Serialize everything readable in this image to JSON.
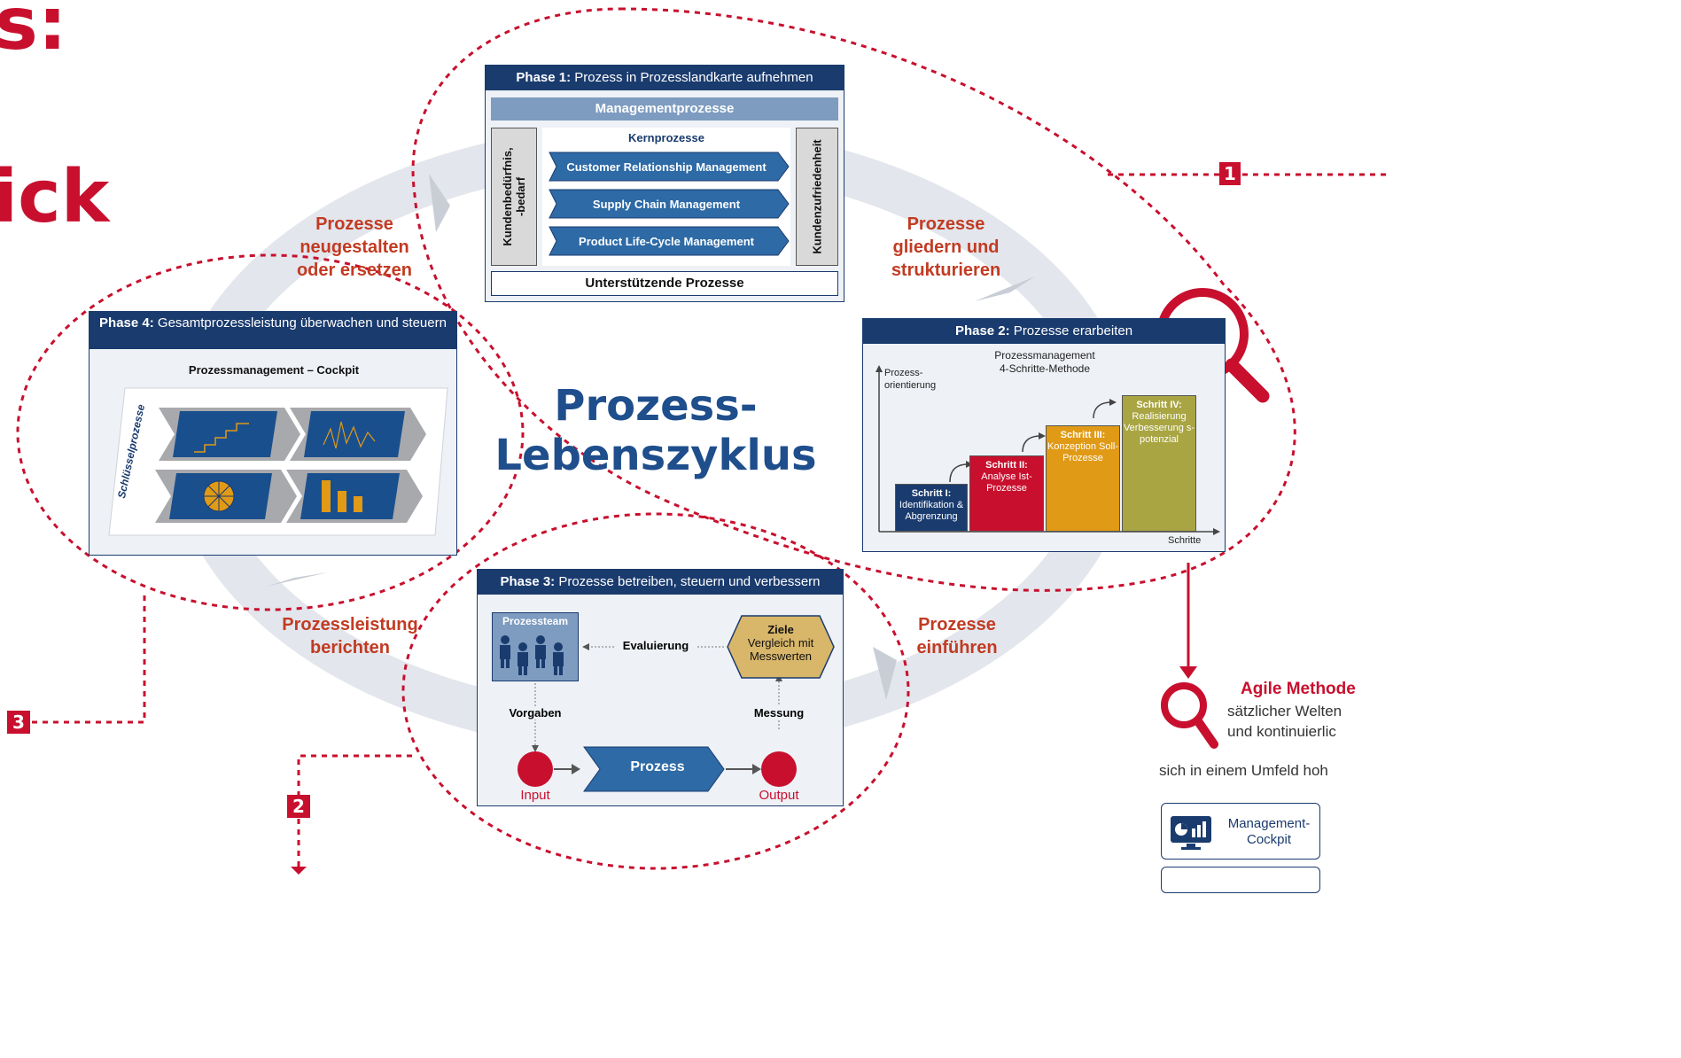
{
  "page": {
    "heading_fragment_top": "s:",
    "heading_fragment_mid": "ick"
  },
  "center_title": {
    "line1": "Prozess-",
    "line2": "Lebenszyklus"
  },
  "cycle_labels": {
    "gliedern": [
      "Prozesse",
      "gliedern und",
      "strukturieren"
    ],
    "neugestalten": [
      "Prozesse",
      "neugestalten",
      "oder ersetzen"
    ],
    "berichten": [
      "Prozessleistung",
      "berichten"
    ],
    "einfuehren": [
      "Prozesse",
      "einführen"
    ]
  },
  "markers": {
    "m1": "1",
    "m2": "2",
    "m3": "3"
  },
  "phase1": {
    "title_bold": "Phase 1:",
    "title_rest": " Prozess in Prozesslandkarte aufnehmen",
    "management": "Managementprozesse",
    "core_label": "Kernprozesse",
    "left_side": "Kundenbedürfnis,\n-bedarf",
    "right_side": "Kundenzufriedenheit",
    "chevrons": [
      "Customer Relationship Management",
      "Supply Chain Management",
      "Product Life-Cycle Management"
    ],
    "support": "Unterstützende Prozesse"
  },
  "phase2": {
    "title_bold": "Phase 2:",
    "title_rest": " Prozesse erarbeiten",
    "subtitle1": "Prozessmanagement",
    "subtitle2": "4-Schritte-Methode",
    "y_axis1": "Prozess-",
    "y_axis2": "orientierung",
    "x_axis": "Schritte",
    "steps": [
      {
        "title": "Schritt I:",
        "text": "Identifikation & Abgrenzung",
        "color": "#1a3b6e"
      },
      {
        "title": "Schritt II:",
        "text": "Analyse Ist-Prozesse",
        "color": "#c8102e"
      },
      {
        "title": "Schritt III:",
        "text": "Konzeption Soll-Prozesse",
        "color": "#e09a16"
      },
      {
        "title": "Schritt IV:",
        "text": "Realisierung Verbesserung s-potenzial",
        "color": "#a8a542"
      }
    ]
  },
  "phase3": {
    "title_bold": "Phase 3:",
    "title_rest": " Prozesse betreiben, steuern und verbessern",
    "team": "Prozessteam",
    "evaluation": "Evaluierung",
    "goals_title": "Ziele",
    "goals_text": "Vergleich mit Messwerten",
    "vorgaben": "Vorgaben",
    "messung": "Messung",
    "process": "Prozess",
    "input": "Input",
    "output": "Output"
  },
  "phase4": {
    "title_bold": "Phase 4:",
    "title_rest": " Gesamtprozessleistung überwachen und steuern",
    "cockpit": "Prozessmanagement – Cockpit",
    "key_processes": "Schlüsselprozesse"
  },
  "sidebar": {
    "heading": "Agile Methode",
    "line1": "sätzlicher Welten",
    "line2": "und kontinuierlic",
    "line3": "sich in einem Umfeld hoh",
    "tool_label": "Management-\nCockpit"
  },
  "colors": {
    "brand_red": "#c8102e",
    "navy": "#1a3b6e",
    "label_red": "#c23b22"
  }
}
